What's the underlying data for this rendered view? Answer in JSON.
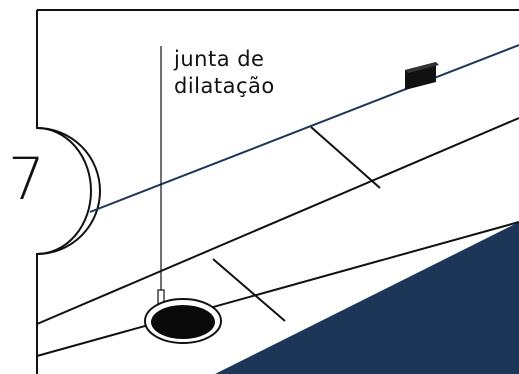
{
  "step": {
    "number": "7"
  },
  "callout": {
    "line1": "junta de",
    "line2": "dilatação"
  },
  "colors": {
    "navy_panel": "#1d3557",
    "outline": "#111111",
    "background": "#ffffff",
    "accent_line": "#1d3557",
    "drain": "#0a0a0a"
  }
}
